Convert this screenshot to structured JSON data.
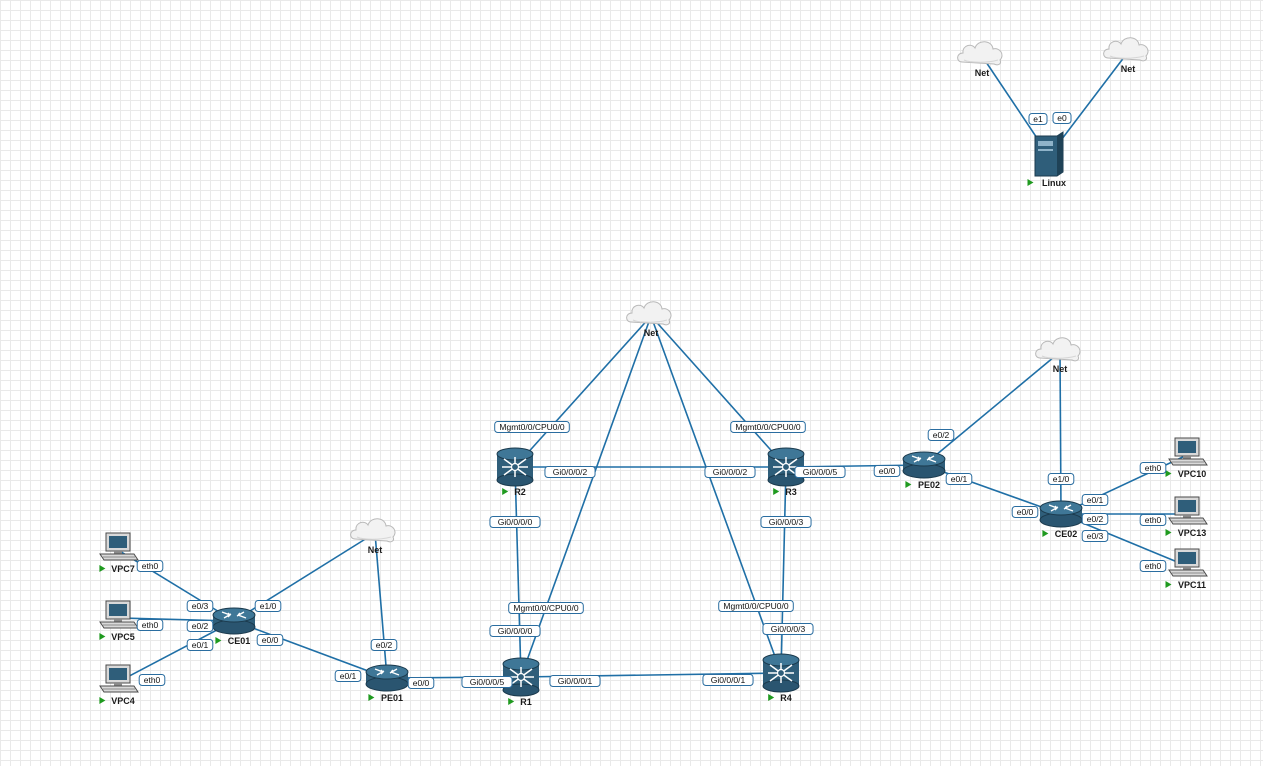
{
  "colors": {
    "link": "#1f6fa6",
    "router": "#2f5e7a",
    "running": "#1f9a1f",
    "grid": "#e9e9e9"
  },
  "nodes": [
    {
      "id": "net_a",
      "type": "cloud",
      "label": "Net"
    },
    {
      "id": "net_b",
      "type": "cloud",
      "label": "Net"
    },
    {
      "id": "linux",
      "type": "server",
      "label": "Linux",
      "running": true
    },
    {
      "id": "net_main",
      "type": "cloud",
      "label": "Net"
    },
    {
      "id": "net_pe02",
      "type": "cloud",
      "label": "Net"
    },
    {
      "id": "net_ce01",
      "type": "cloud",
      "label": "Net"
    },
    {
      "id": "R2",
      "type": "xr-router",
      "label": "R2",
      "running": true
    },
    {
      "id": "R3",
      "type": "xr-router",
      "label": "R3",
      "running": true
    },
    {
      "id": "R1",
      "type": "xr-router",
      "label": "R1",
      "running": true
    },
    {
      "id": "R4",
      "type": "xr-router",
      "label": "R4",
      "running": true
    },
    {
      "id": "PE02",
      "type": "router",
      "label": "PE02",
      "running": true
    },
    {
      "id": "CE02",
      "type": "router",
      "label": "CE02",
      "running": true
    },
    {
      "id": "PE01",
      "type": "router",
      "label": "PE01",
      "running": true
    },
    {
      "id": "CE01",
      "type": "router",
      "label": "CE01",
      "running": true
    },
    {
      "id": "VPC10",
      "type": "pc",
      "label": "VPC10",
      "running": true
    },
    {
      "id": "VPC13",
      "type": "pc",
      "label": "VPC13",
      "running": true
    },
    {
      "id": "VPC11",
      "type": "pc",
      "label": "VPC11",
      "running": true
    },
    {
      "id": "VPC7",
      "type": "pc",
      "label": "VPC7",
      "running": true
    },
    {
      "id": "VPC5",
      "type": "pc",
      "label": "VPC5",
      "running": true
    },
    {
      "id": "VPC4",
      "type": "pc",
      "label": "VPC4",
      "running": true
    }
  ],
  "links": [
    {
      "a": "net_a",
      "b": "linux",
      "a_port": "",
      "b_port": "e1"
    },
    {
      "a": "net_b",
      "b": "linux",
      "a_port": "",
      "b_port": "e0"
    },
    {
      "a": "net_main",
      "b": "R2",
      "a_port": "",
      "b_port": "Mgmt0/0/CPU0/0"
    },
    {
      "a": "net_main",
      "b": "R3",
      "a_port": "",
      "b_port": "Mgmt0/0/CPU0/0"
    },
    {
      "a": "net_main",
      "b": "R1",
      "a_port": "",
      "b_port": "Mgmt0/0/CPU0/0"
    },
    {
      "a": "net_main",
      "b": "R4",
      "a_port": "",
      "b_port": "Mgmt0/0/CPU0/0"
    },
    {
      "a": "R2",
      "b": "R3",
      "a_port": "Gi0/0/0/2",
      "b_port": "Gi0/0/0/2"
    },
    {
      "a": "R2",
      "b": "R1",
      "a_port": "Gi0/0/0/0",
      "b_port": "Gi0/0/0/0"
    },
    {
      "a": "R3",
      "b": "R4",
      "a_port": "Gi0/0/0/3",
      "b_port": "Gi0/0/0/3"
    },
    {
      "a": "R1",
      "b": "R4",
      "a_port": "Gi0/0/0/1",
      "b_port": "Gi0/0/0/1"
    },
    {
      "a": "R3",
      "b": "PE02",
      "a_port": "Gi0/0/0/5",
      "b_port": "e0/0"
    },
    {
      "a": "net_pe02",
      "b": "PE02",
      "a_port": "",
      "b_port": "e0/2"
    },
    {
      "a": "PE02",
      "b": "CE02",
      "a_port": "e0/1",
      "b_port": "e0/0"
    },
    {
      "a": "net_pe02",
      "b": "CE02",
      "a_port": "",
      "b_port": "e1/0"
    },
    {
      "a": "CE02",
      "b": "VPC10",
      "a_port": "e0/1",
      "b_port": "eth0"
    },
    {
      "a": "CE02",
      "b": "VPC13",
      "a_port": "e0/2",
      "b_port": "eth0"
    },
    {
      "a": "CE02",
      "b": "VPC11",
      "a_port": "e0/3",
      "b_port": "eth0"
    },
    {
      "a": "PE01",
      "b": "R1",
      "a_port": "e0/0",
      "b_port": "Gi0/0/0/5"
    },
    {
      "a": "net_ce01",
      "b": "PE01",
      "a_port": "",
      "b_port": "e0/2"
    },
    {
      "a": "net_ce01",
      "b": "CE01",
      "a_port": "",
      "b_port": "e1/0"
    },
    {
      "a": "CE01",
      "b": "PE01",
      "a_port": "e0/0",
      "b_port": "e0/1"
    },
    {
      "a": "VPC7",
      "b": "CE01",
      "a_port": "eth0",
      "b_port": "e0/3"
    },
    {
      "a": "VPC5",
      "b": "CE01",
      "a_port": "eth0",
      "b_port": "e0/2"
    },
    {
      "a": "VPC4",
      "b": "CE01",
      "a_port": "eth0",
      "b_port": "e0/1"
    }
  ]
}
